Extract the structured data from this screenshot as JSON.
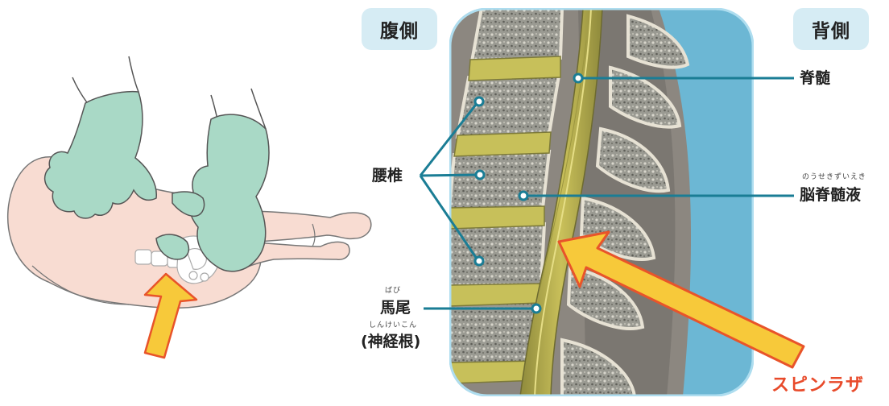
{
  "orientation": {
    "ventral_label": "腹側",
    "dorsal_label": "背側"
  },
  "labels": {
    "spinal_cord": {
      "text": "脊髄"
    },
    "lumbar_vertebrae": {
      "text": "腰椎"
    },
    "csf": {
      "ruby": "のうせきずいえき",
      "text": "脳脊髄液"
    },
    "cauda_equina": {
      "ruby": "ばび",
      "text": "馬尾"
    },
    "nerve_roots": {
      "ruby": "しんけいこん",
      "text": "(神経根)"
    }
  },
  "brand": "スピンラザ",
  "colors": {
    "leader_line": "#1a7d95",
    "tag_bg": "#d6ecf4",
    "arrow_fill": "#f7c93a",
    "arrow_outline": "#e8542a",
    "brand": "#e84a2a",
    "glove": "#a9d9c6",
    "baby_skin": "#f8dcd2"
  },
  "icons": [
    "gloved-hand-icon",
    "infant-icon",
    "injection-arrow-icon",
    "spine-cross-section-icon"
  ]
}
